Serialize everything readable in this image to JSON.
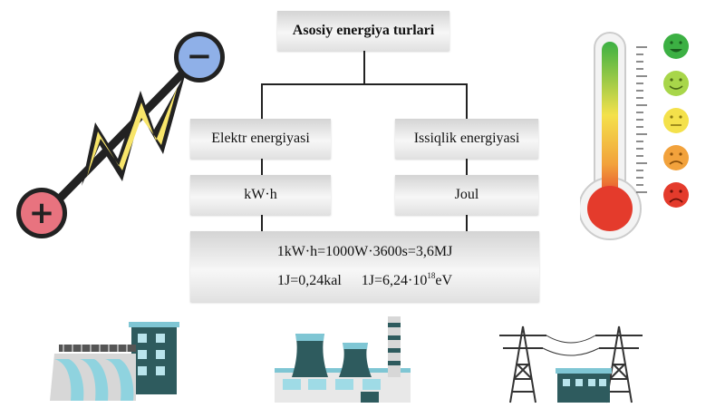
{
  "diagram": {
    "title": "Asosiy energiya turlari",
    "branches": [
      {
        "name": "Elektr energiyasi",
        "unit": "kW·h"
      },
      {
        "name": "Issiqlik energiyasi",
        "unit": "Joul"
      }
    ],
    "formula": {
      "line1": "1kW·h=1000W·3600s=3,6MJ",
      "line2_a": "1J=0,24kal",
      "line2_b_pre": "1J=6,24·10",
      "line2_b_exp": "18",
      "line2_b_post": "eV"
    }
  },
  "icons": {
    "battery": {
      "positive_symbol": "+",
      "negative_symbol": "−",
      "positive_color": "#e8737f",
      "negative_color": "#8fb0e8",
      "bolt_color": "#f8e56a"
    },
    "thermometer": {
      "levels": 5,
      "gradient": [
        "#3cb043",
        "#f4e14b",
        "#f2a23c",
        "#e43b2c"
      ]
    },
    "buildings": [
      "hydro-power-plant-icon",
      "thermal-power-plant-icon",
      "transmission-tower-icon"
    ]
  }
}
